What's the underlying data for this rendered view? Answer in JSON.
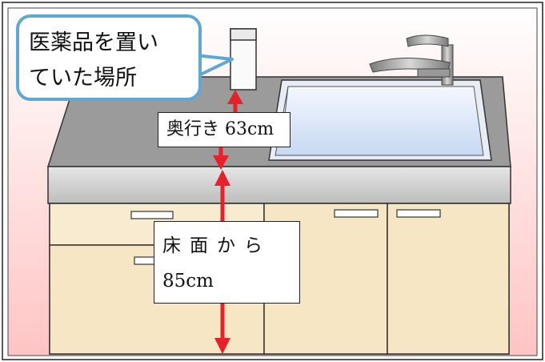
{
  "labels": {
    "medicine_location": {
      "line1": "医薬品を置い",
      "line2": "ていた場所"
    },
    "depth": "奥行き 63cm",
    "height_from_floor": {
      "line1": "床面から",
      "line2": "85cm"
    }
  },
  "colors": {
    "arrow": "#e8202a",
    "callout_border": "#5ea9d4",
    "countertop_top": "#9b9b9b",
    "countertop_edge": "#d2d2d2",
    "cabinet": "#f6e6c4",
    "background_top": "#ffffff",
    "background_bottom": "#ffc4c4",
    "sink_water": "#c7d8f2"
  }
}
